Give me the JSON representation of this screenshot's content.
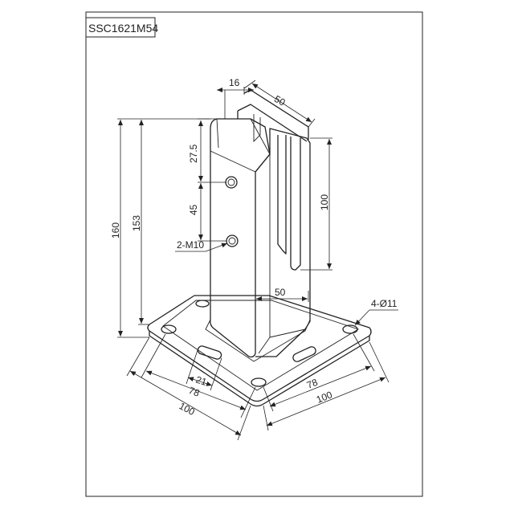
{
  "title_block": {
    "code": "SSC1621M54"
  },
  "dimensions": {
    "top_width": "16",
    "clamp_width": "50",
    "upper_hole_offset": "27.5",
    "hole_spacing": "45",
    "holes_callout": "2-M10",
    "total_height": "160",
    "post_height": "153",
    "slot_height": "100",
    "post_width": "50",
    "base_holes_callout": "4-Ø11",
    "slot_length": "21",
    "hole_spacing_left": "78",
    "base_width_left": "100",
    "hole_spacing_right": "78",
    "base_width_right": "100"
  }
}
